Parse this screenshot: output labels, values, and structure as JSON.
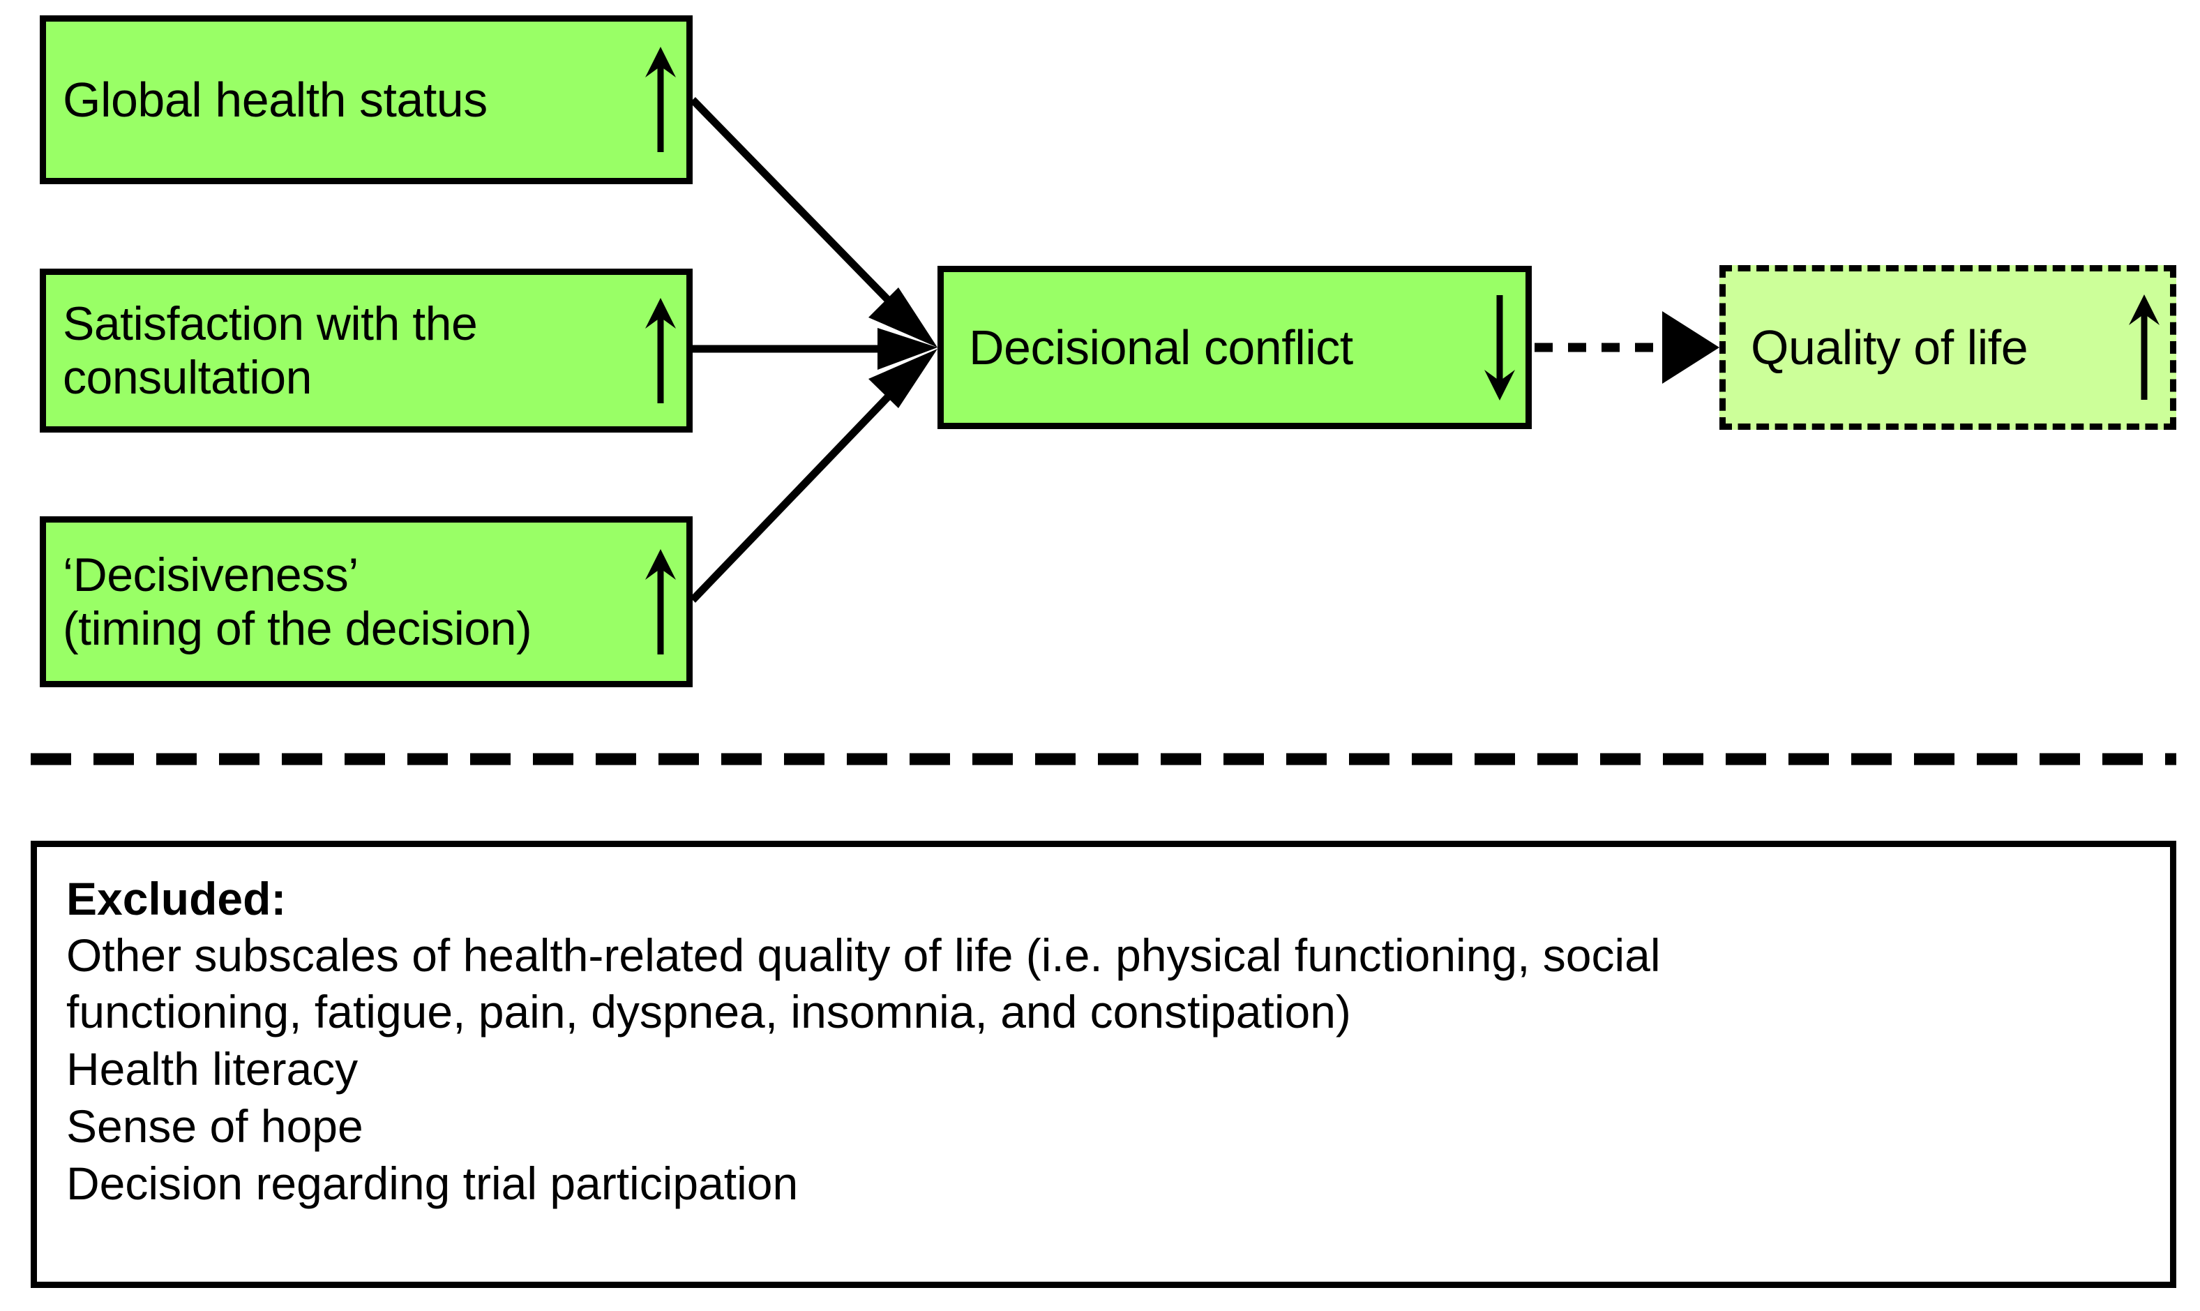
{
  "figure": {
    "type": "conceptual-flow-diagram",
    "colors": {
      "predictor_fill": "#99ff66",
      "outcome_fill": "#ccff99",
      "stroke": "#000000",
      "panel_fill": "#ffffff"
    }
  },
  "nodes": {
    "global_health": {
      "label": "Global health status",
      "trend": "↑",
      "trend_name": "up-arrow-icon",
      "role": "predictor"
    },
    "satisfaction": {
      "label": "Satisfaction with the\nconsultation",
      "trend": "↑",
      "trend_name": "up-arrow-icon",
      "role": "predictor"
    },
    "decisiveness": {
      "label": "‘Decisiveness’\n(timing of the decision)",
      "trend": "↑",
      "trend_name": "up-arrow-icon",
      "role": "predictor"
    },
    "decisional_conflict": {
      "label": "Decisional conflict",
      "trend": "↓",
      "trend_name": "down-arrow-icon",
      "role": "mediator"
    },
    "quality_of_life": {
      "label": "Quality of life",
      "trend": "↑",
      "trend_name": "up-arrow-icon",
      "role": "outcome"
    }
  },
  "edges": [
    {
      "from": "global_health",
      "to": "decisional_conflict",
      "style": "solid"
    },
    {
      "from": "satisfaction",
      "to": "decisional_conflict",
      "style": "solid"
    },
    {
      "from": "decisiveness",
      "to": "decisional_conflict",
      "style": "solid"
    },
    {
      "from": "decisional_conflict",
      "to": "quality_of_life",
      "style": "dotted"
    }
  ],
  "divider": {
    "style": "dashed"
  },
  "excluded": {
    "title": "Excluded:",
    "items": [
      "Other subscales of health-related quality of life (i.e. physical functioning, social\nfunctioning, fatigue, pain, dyspnea, insomnia, and constipation)",
      "Health literacy",
      "Sense of hope",
      "Decision regarding trial participation"
    ]
  }
}
